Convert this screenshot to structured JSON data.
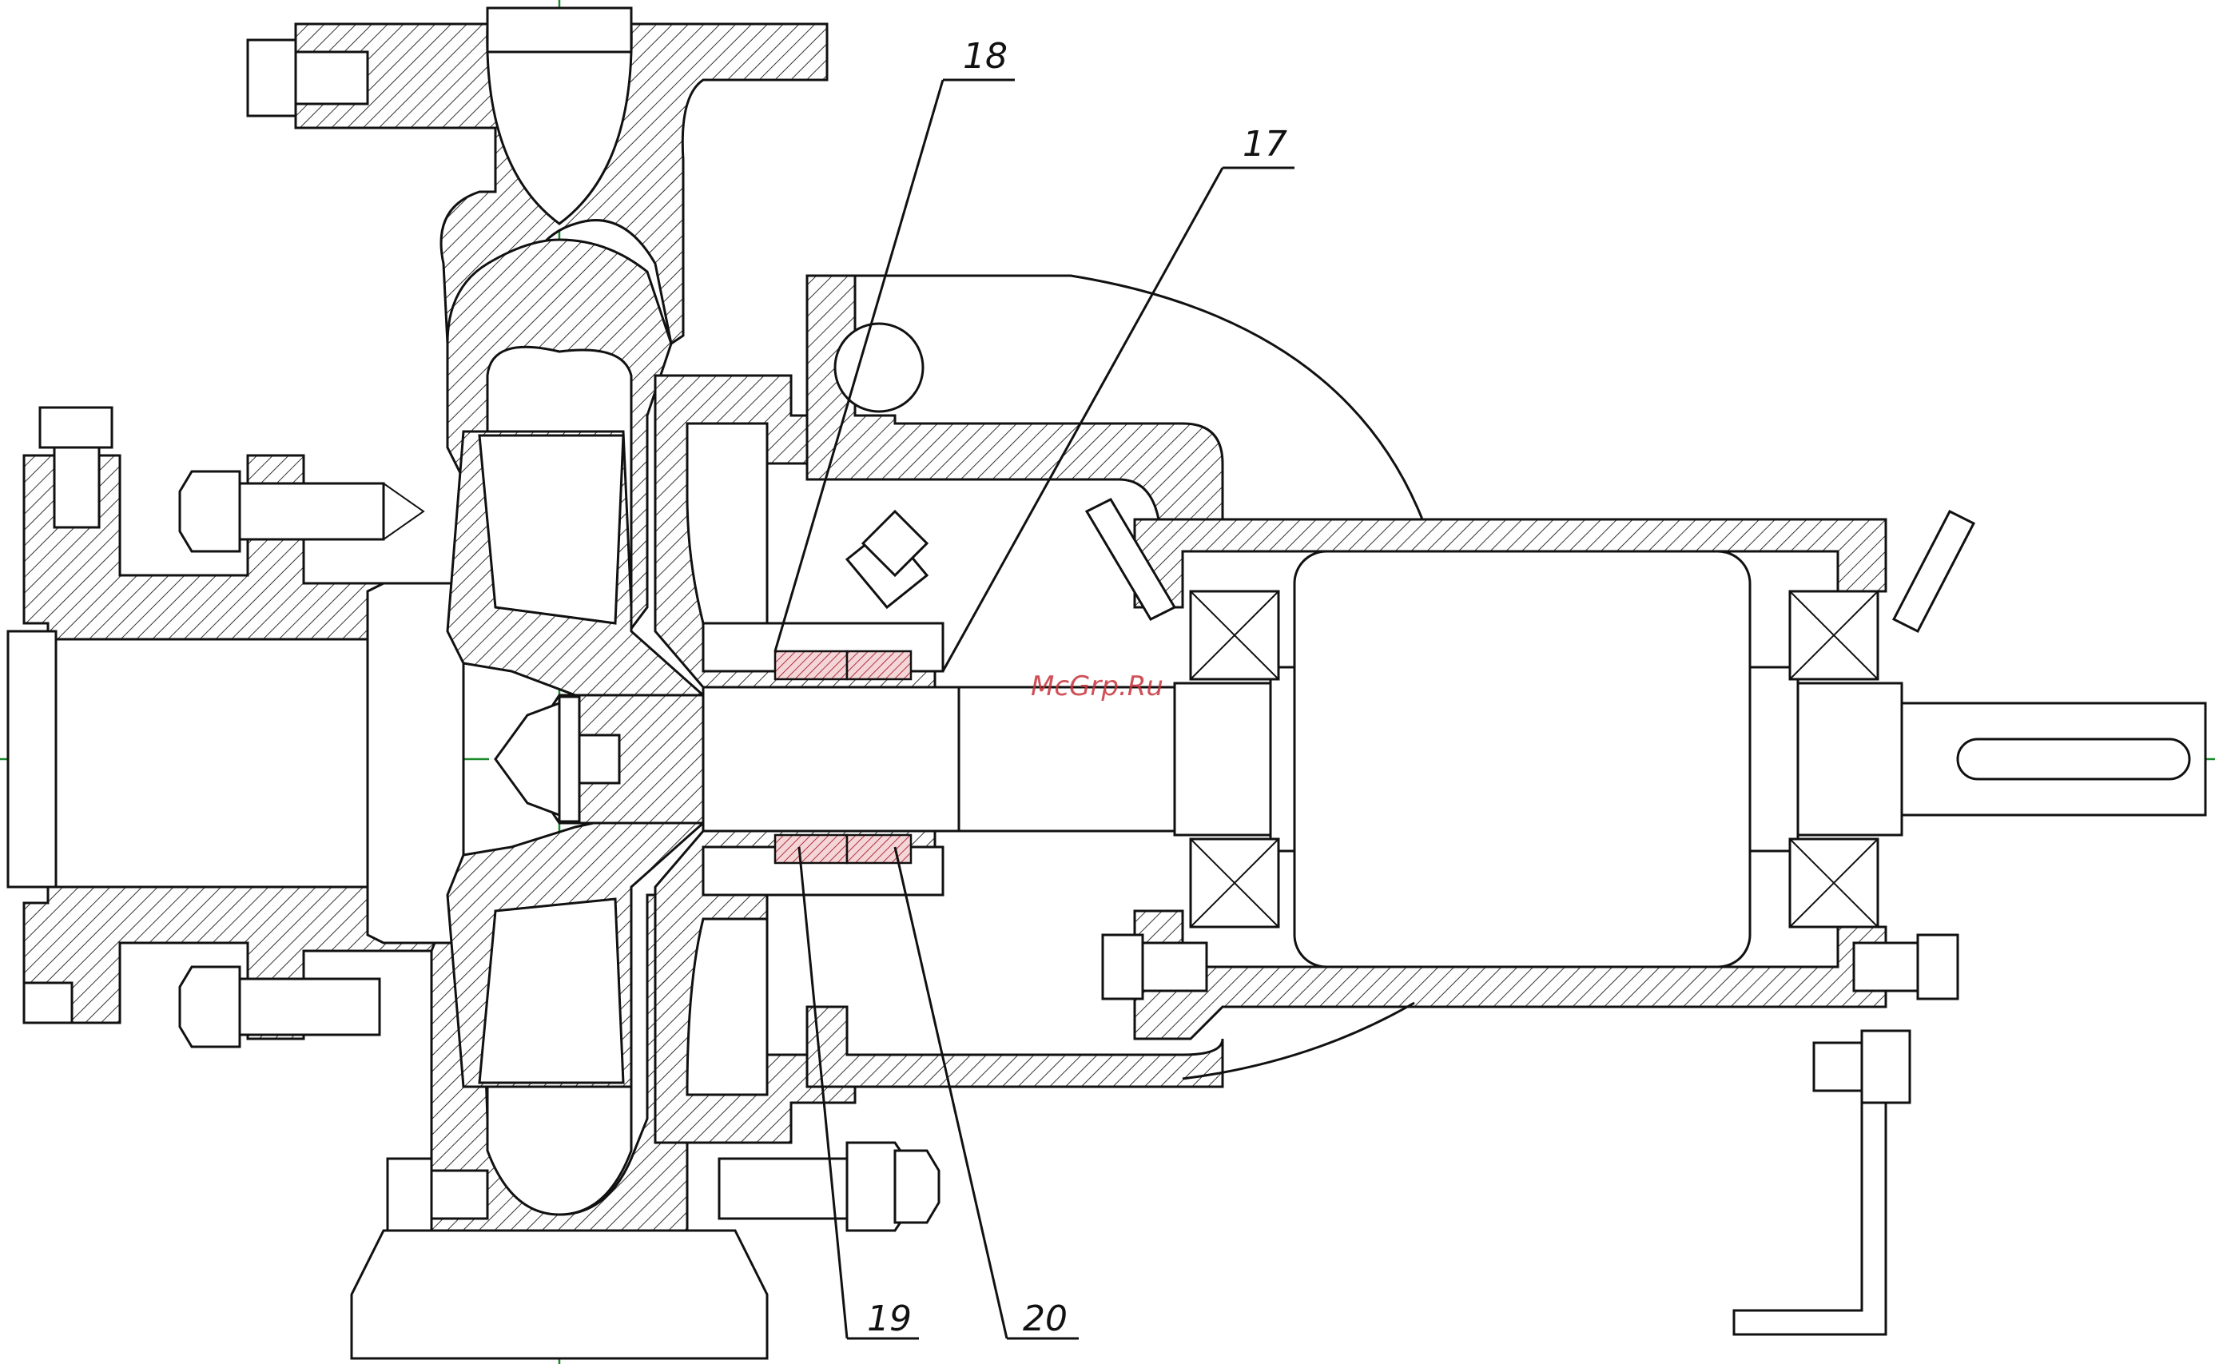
{
  "drawing": {
    "callouts": [
      {
        "id": "callout-17",
        "text": "17"
      },
      {
        "id": "callout-18",
        "text": "18"
      },
      {
        "id": "callout-19",
        "text": "19"
      },
      {
        "id": "callout-20",
        "text": "20"
      }
    ],
    "watermark": "McGrp.Ru",
    "colors": {
      "line": "#111111",
      "centerline": "#1a8a2a",
      "seal": "#b0303a",
      "watermark": "#c8323c"
    }
  }
}
